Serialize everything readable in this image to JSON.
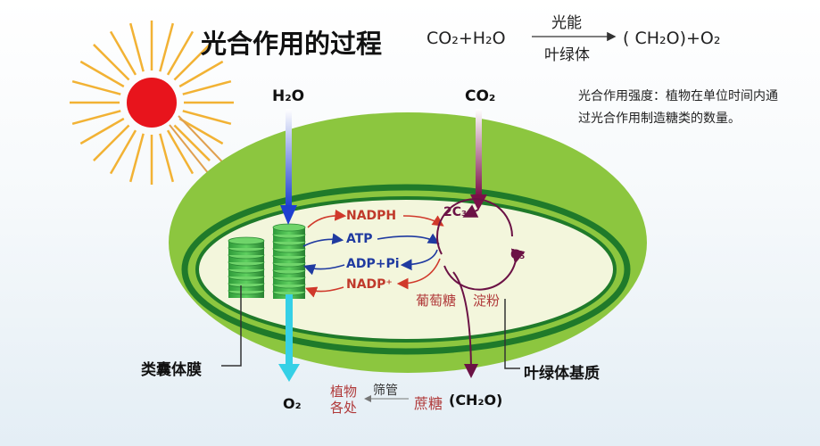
{
  "title": "光合作用的过程",
  "equation": {
    "left": "CO₂+H₂O",
    "above_arrow": "光能",
    "below_arrow": "叶绿体",
    "right": "( CH₂O)+O₂"
  },
  "note": {
    "line1": "光合作用强度：植物在单位时间内通",
    "line2": "过光合作用制造糖类的数量。"
  },
  "inputs": {
    "water": "H₂O",
    "co2": "CO₂"
  },
  "light_reactions": {
    "nadph": "NADPH",
    "atp": "ATP",
    "adp": "ADP+Pi",
    "nadp": "NADP⁺"
  },
  "calvin": {
    "c3": "2C₃",
    "c5": "C₅"
  },
  "products": {
    "glucose": "葡萄糖",
    "starch": "淀粉",
    "sucrose": "蔗糖",
    "ch2o": "(CH₂O)",
    "sieve_tube": "筛管",
    "destination_line1": "植物",
    "destination_line2": "各处",
    "oxygen": "O₂"
  },
  "labels": {
    "thylakoid": "类囊体膜",
    "stroma": "叶绿体基质"
  },
  "colors": {
    "sun": "#e8141c",
    "rays": "#f2b234",
    "outer": "#8cc63f",
    "ring": "#1f7a2a",
    "stroma": "#f3f6dc",
    "nadph": "#d0392b",
    "atp": "#1f3aa0",
    "calvin": "#6b1245",
    "o2": "#35d0e6"
  }
}
